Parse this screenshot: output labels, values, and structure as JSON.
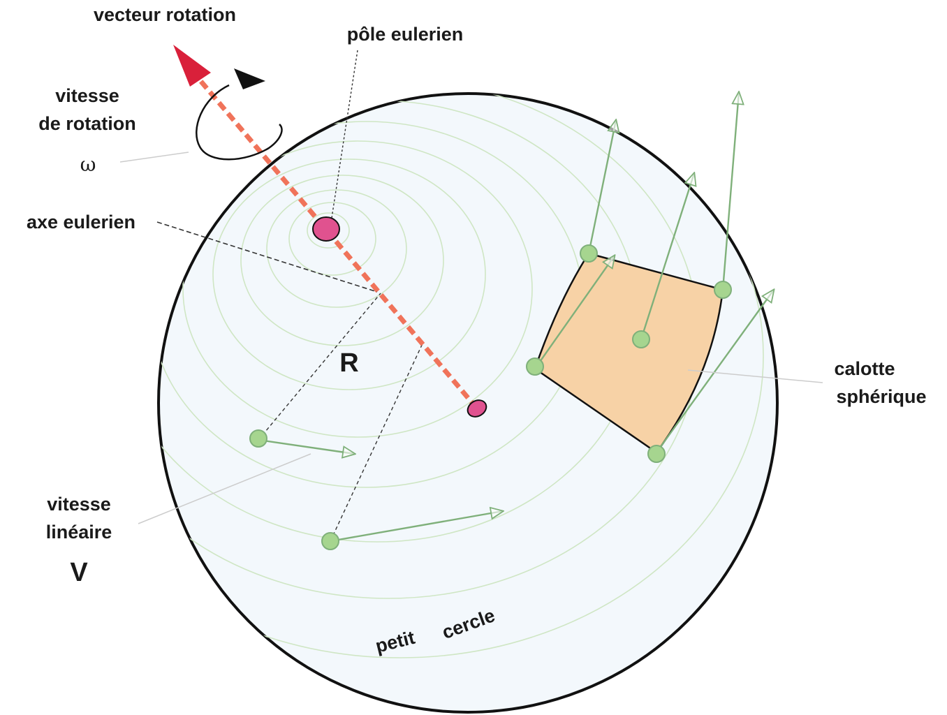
{
  "labels": {
    "rotation_vector": "vecteur rotation",
    "euler_pole": "pôle eulerien",
    "rotation_speed_line1": "vitesse",
    "rotation_speed_line2": "de rotation",
    "omega": "ω",
    "euler_axis": "axe eulerien",
    "radius": "R",
    "spherical_cap_line1": "calotte",
    "spherical_cap_line2": "sphérique",
    "linear_speed_line1": "vitesse",
    "linear_speed_line2": "linéaire",
    "linear_speed_symbol": "V",
    "small_circle_word1": "petit",
    "small_circle_word2": "cercle"
  },
  "colors": {
    "sphere_fill": "#f3f8fc",
    "sphere_outline": "#111111",
    "small_circles": "#cfe6c4",
    "rotation_axis": "#f0735a",
    "rotation_arrowhead": "#d9203a",
    "pole_marker": "#e0528f",
    "point_marker": "#a6d58f",
    "velocity_arrow": "#7fb07a",
    "cap_fill": "#f7d2a6"
  },
  "icons": {
    "rotation_direction": "circular-arrow-icon"
  }
}
